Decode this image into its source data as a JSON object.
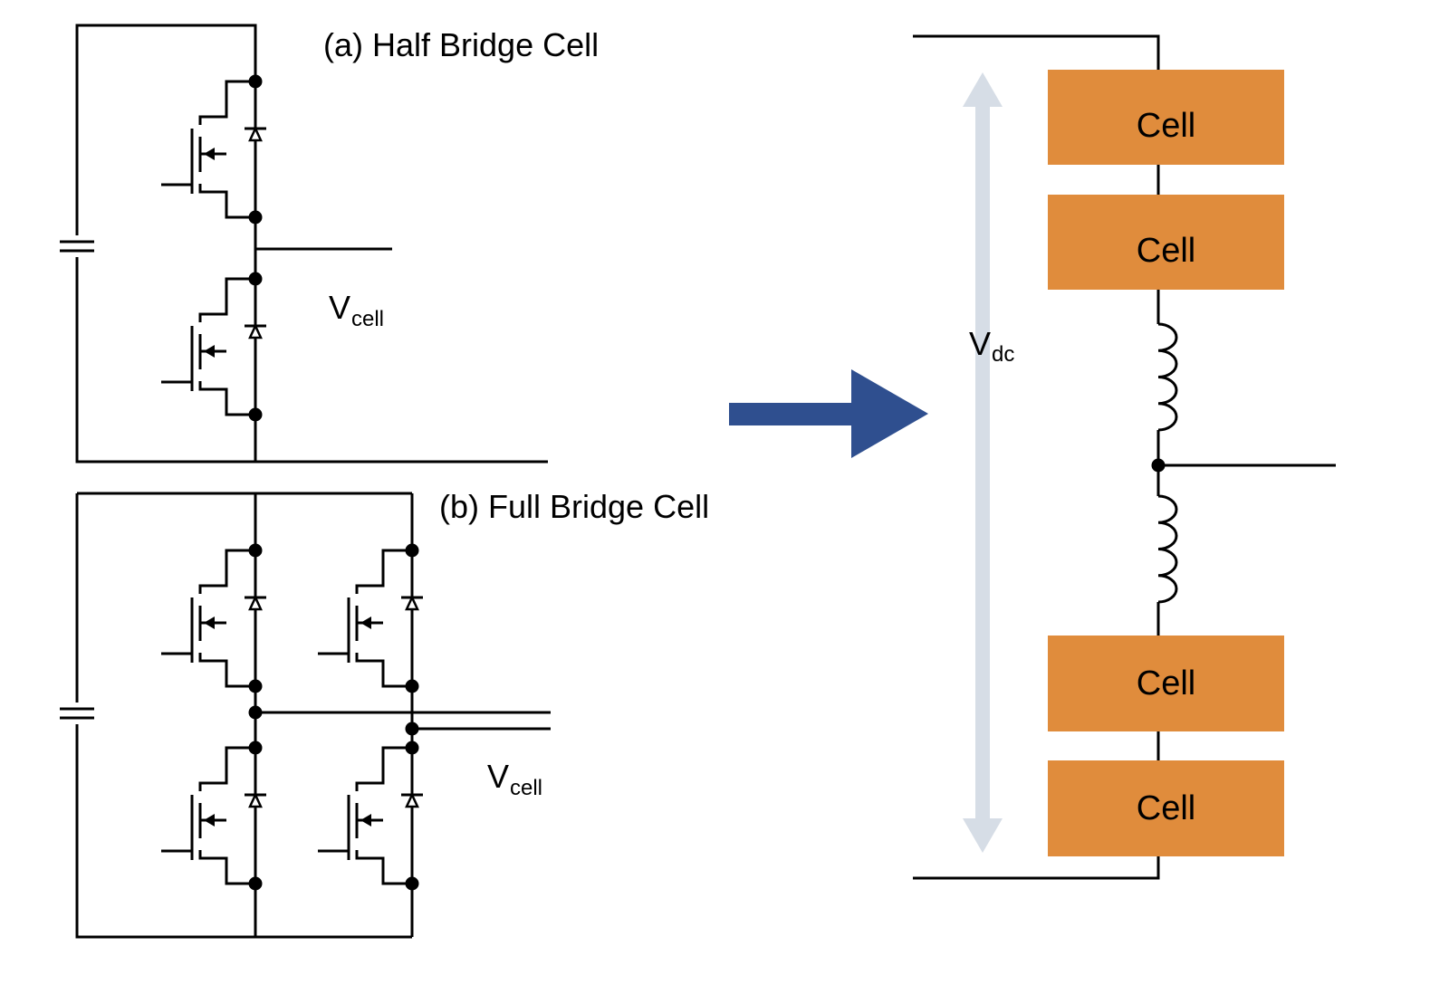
{
  "half_bridge": {
    "title": "(a) Half Bridge Cell",
    "voltage_symbol": "V",
    "voltage_subscript": "cell"
  },
  "full_bridge": {
    "title": "(b) Full Bridge Cell",
    "voltage_symbol": "V",
    "voltage_subscript": "cell"
  },
  "arm": {
    "voltage_symbol": "V",
    "voltage_subscript": "dc",
    "cells": [
      {
        "label": "Cell"
      },
      {
        "label": "Cell"
      },
      {
        "label": "Cell"
      },
      {
        "label": "Cell"
      }
    ]
  },
  "colors": {
    "wire": "#000000",
    "cell_fill": "#e08c3c",
    "transition_arrow": "#2f4f8f",
    "vdc_arrow": "#d6dde6"
  },
  "icons": {
    "transition_arrow": "right-arrow-icon",
    "switch": "mosfet-with-diode-symbol",
    "capacitor": "capacitor-symbol",
    "inductor": "inductor-symbol"
  }
}
